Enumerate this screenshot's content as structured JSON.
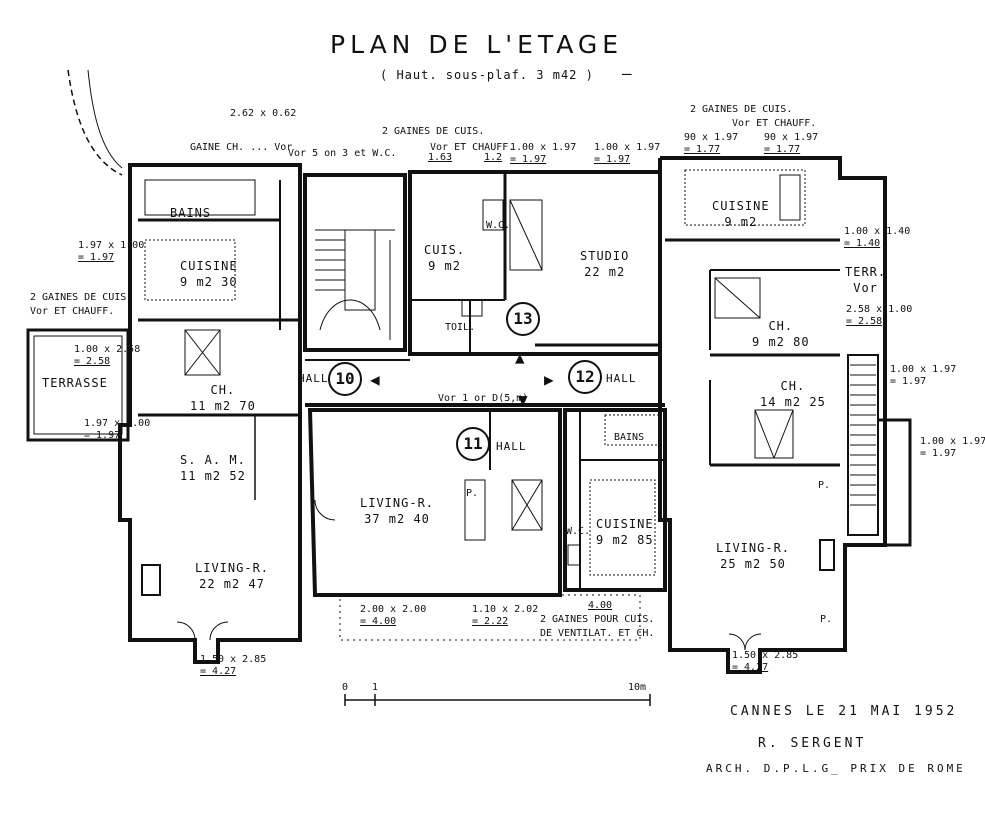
{
  "title": "PLAN DE L'ETAGE",
  "subtitle": "( Haut. sous-plaf. 3 m42 )",
  "scale": {
    "start": "0",
    "one": "1",
    "end": "10m"
  },
  "signature": {
    "place_date": "CANNES LE 21 MAI 1952",
    "architect": "R. SERGENT",
    "credentials": "ARCH. D.P.L.G_ PRIX DE ROME"
  },
  "apartments": [
    "10",
    "11",
    "12",
    "13"
  ],
  "hall_label": "HALL",
  "rooms": {
    "bains": "BAINS",
    "cuisine_nw": "CUISINE",
    "cuisine_nw_area": "9 m2 30",
    "terrasse": "TERRASSE",
    "ch_w": "CH.",
    "ch_w_area": "11 m2 70",
    "sam": "S. A. M.",
    "sam_area": "11 m2 52",
    "living_w": "LIVING-R.",
    "living_w_area": "22 m2 47",
    "cuis_13": "CUIS.",
    "cuis_13_area": "9 m2",
    "wc_13": "W.C.",
    "toil": "TOIL.",
    "studio": "STUDIO",
    "studio_area": "22 m2",
    "living_c": "LIVING-R.",
    "living_c_area": "37 m2 40",
    "bains_11": "BAINS",
    "cuisine_11": "CUISINE",
    "cuisine_11_area": "9 m2 85",
    "wc_11": "W.C.",
    "p_11": "P.",
    "cuisine_ne": "CUISINE",
    "cuisine_ne_area": "9 m2",
    "terr": "TERR.",
    "ch_e1": "CH.",
    "ch_e1_area": "9 m2 80",
    "ch_e2": "CH.",
    "ch_e2_area": "14 m2 25",
    "living_e": "LIVING-R.",
    "living_e_area": "25 m2 50",
    "p_e1": "P.",
    "p_e2": "P."
  },
  "annotations": {
    "gaines_top_left": "GAINE CH. ... Vor",
    "vor_wc": "Vor 5 on 3 et W.C.",
    "dim_top_left": "2.62 x 0.62",
    "gaines_top_center": "2 GAINES DE CUIS.",
    "vor_chauff_center": "Vor ET CHAUFF.",
    "gaines_top_right": "2 GAINES DE CUIS.",
    "vor_chauff_right": "Vor ET CHAUFF.",
    "gaines_left": "2 GAINES DE CUIS.",
    "vor_chauff_left": "Vor ET CHAUFF.",
    "gaines_bottom": "2 GAINES POUR CUIS.",
    "ventilat": "DE VENTILAT. ET CH.",
    "vor_corridor": "Vor 1 or D(5,m)",
    "vor_terr": "Vor"
  },
  "dimensions": {
    "d1_top": "1.63",
    "d2_top": "1.2",
    "d3_top": "1.00 x 1.97",
    "d3_val": "= 1.97",
    "d4_top": "1.00 x 1.97",
    "d4_val": "= 1.97",
    "d5_top": "90 x 1.97",
    "d5_val": "= 1.77",
    "d6_top": "90 x 1.97",
    "d6_val": "= 1.77",
    "d7_top": "1.97 x 1.00",
    "d7_val": "= 1.97",
    "d8_top": "1.00 x 2.58",
    "d8_val": "= 2.58",
    "d9_top": "1.97 x 1.00",
    "d9_val": "= 1.97",
    "d10_top": "1.00 x 1.40",
    "d10_val": "= 1.40",
    "d11_top": "2.58 x 1.00",
    "d11_val": "= 2.58",
    "d12_top": "1.00 x 1.97",
    "d12_val": "= 1.97",
    "d13_top": "1.00 x 1.97",
    "d13_val": "= 1.97",
    "d14_top": "1.50 x 2.85",
    "d14_val": "= 4.27",
    "d15_top": "2.00 x 2.00",
    "d15_val": "= 4.00",
    "d16_top": "1.10 x 2.02",
    "d16_val": "= 2.22",
    "d17_val": "4.00",
    "d18_top": "1.50 x 2.85",
    "d18_val": "= 4.27"
  }
}
